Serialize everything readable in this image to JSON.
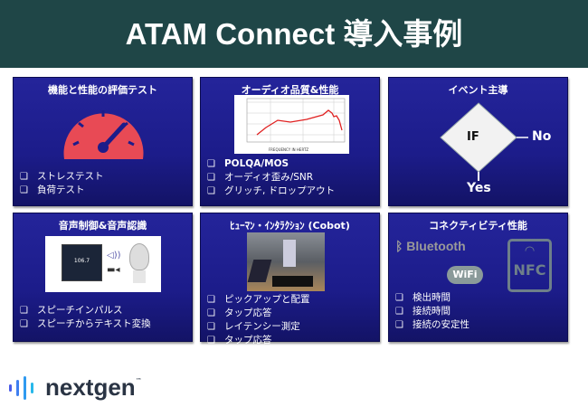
{
  "title": "ATAM Connect 導入事例",
  "panels": [
    {
      "title": "機能と性能の評価テスト",
      "items": [
        "ストレステスト",
        "負荷テスト"
      ]
    },
    {
      "title": "オーディオ品質&性能",
      "items": [
        "POLQA/MOS",
        "オーディオ歪み/SNR",
        "グリッチ, ドロップアウト"
      ],
      "chart_xlabel": "FREQUENCY IN HERTZ"
    },
    {
      "title": "イベント主導",
      "diamond": "IF",
      "yes": "Yes",
      "no": "No"
    },
    {
      "title": "音声制御&音声認識",
      "items": [
        "スピーチインパルス",
        "スピーチからテキスト変換"
      ],
      "screen_value": "106.7"
    },
    {
      "title": "ﾋｭｰﾏﾝ・ｲﾝﾀﾗｸｼｮﾝ (Cobot)",
      "items": [
        "ピックアップと配置",
        "タップ応答",
        "レイテンシー測定",
        "タップ応答"
      ]
    },
    {
      "title": "コネクティビティ性能",
      "items": [
        "検出時間",
        "接続時間",
        "接続の安定性"
      ],
      "bluetooth": "Bluetooth",
      "wifi": "WiFi",
      "nfc": "NFC"
    }
  ],
  "logo": {
    "text": "nextgen",
    "tm": "™"
  },
  "colors": {
    "header": "#1f4647",
    "panel": "#1c1c8a",
    "gauge": "#e84a55"
  }
}
